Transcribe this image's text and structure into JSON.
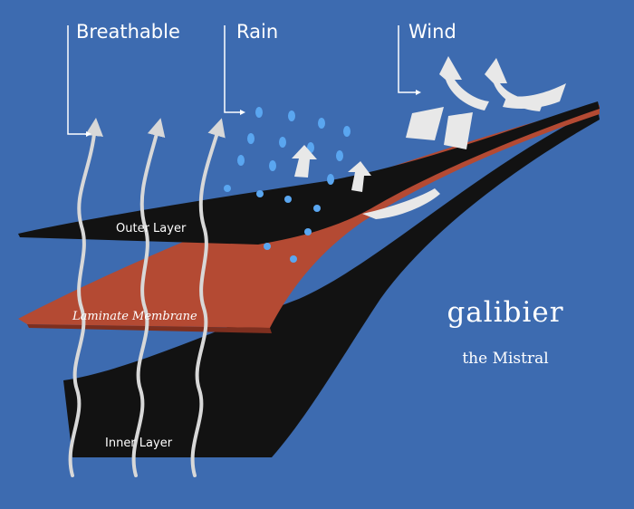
{
  "labels": {
    "breathable": "Breathable",
    "rain": "Rain",
    "wind": "Wind"
  },
  "layers": {
    "outer": "Outer Layer",
    "membrane": "Laminate Membrane",
    "inner": "Inner Layer"
  },
  "brand": {
    "name": "galibier",
    "product": "the Mistral"
  },
  "colors": {
    "background": "#3d6bb0",
    "layer_black": "#121212",
    "membrane_red": "#b44a33",
    "rain_drop": "#5aa6f0",
    "arrow_white": "#e8e8e8"
  }
}
